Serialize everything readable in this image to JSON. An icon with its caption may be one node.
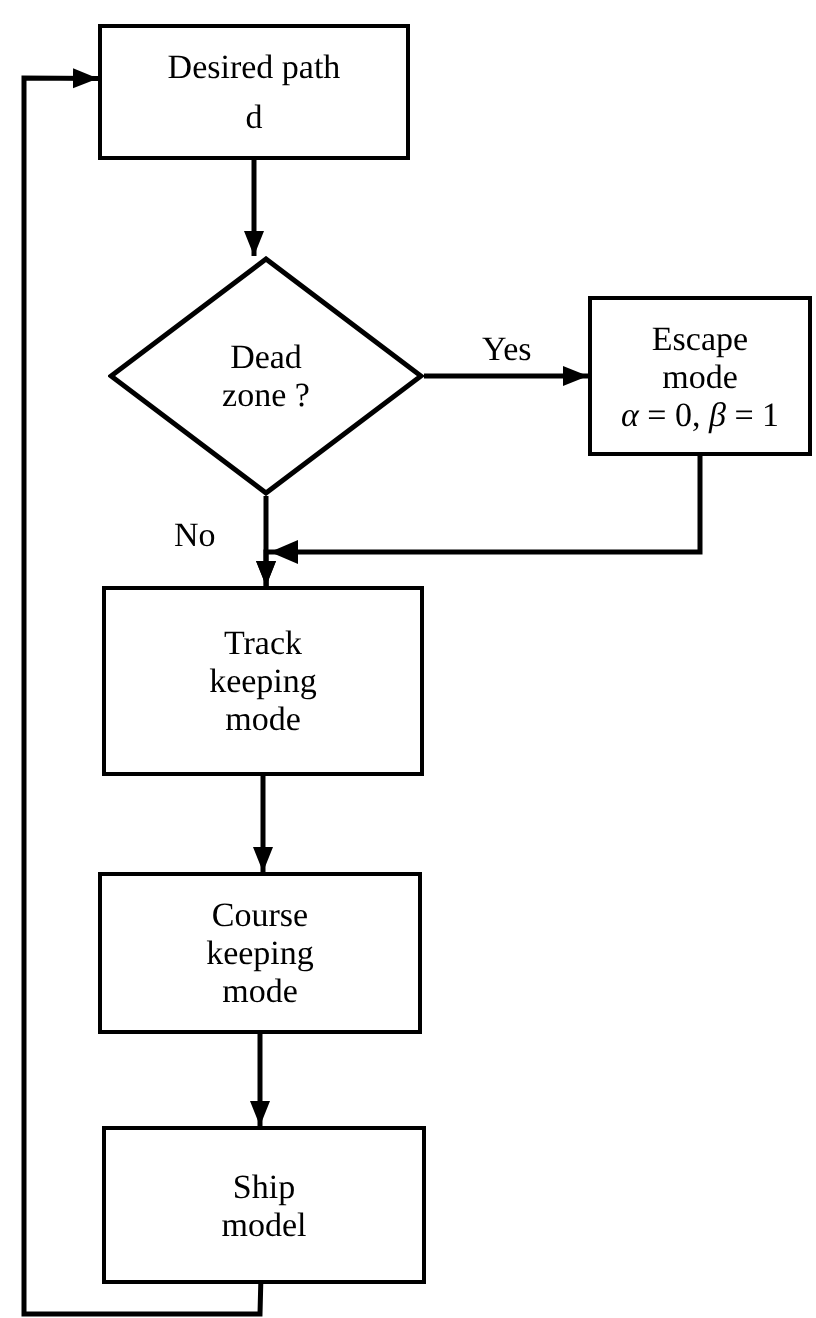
{
  "diagram": {
    "nodes": [
      {
        "text": [
          "Desired path",
          "d"
        ]
      },
      {
        "text": [
          "Dead zone ?"
        ]
      },
      {
        "text": [
          "Escape mode",
          "*α* = 0, *β* = 1"
        ]
      },
      {
        "text": [
          "Track keeping mode"
        ]
      },
      {
        "text": [
          "Course keeping mode"
        ]
      },
      {
        "text": [
          "Ship model"
        ]
      }
    ],
    "edges": [
      {
        "from": 0,
        "to": 1,
        "arrow": "to"
      },
      {
        "from": 1,
        "to": 2,
        "arrow": "to",
        "label": "Yes"
      },
      {
        "from": 1,
        "to": 3,
        "arrow": "to",
        "label": "No"
      },
      {
        "from": 2,
        "to": 3,
        "arrow": "to"
      },
      {
        "from": 3,
        "to": 4,
        "arrow": "to"
      },
      {
        "from": 4,
        "to": 5,
        "arrow": "to"
      },
      {
        "from": 5,
        "to": 0,
        "arrow": "to"
      }
    ]
  }
}
